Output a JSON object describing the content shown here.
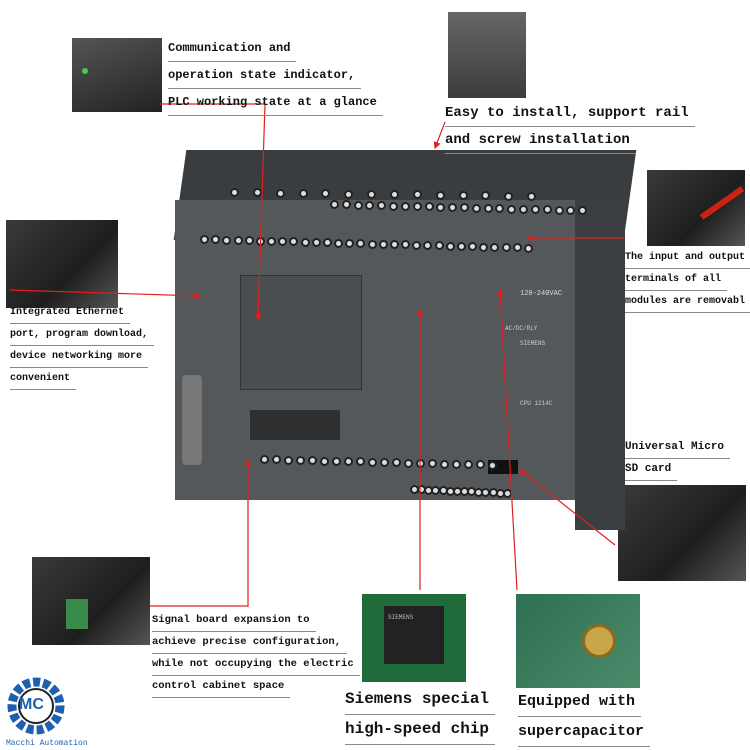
{
  "captions": {
    "indicator": [
      "Communication and",
      "operation state indicator,",
      "PLC working state at a glance"
    ],
    "install": [
      "Easy to install, support rail",
      "and screw installation"
    ],
    "ethernet": [
      "Integrated Ethernet",
      "port, program download,",
      "device networking more",
      "convenient"
    ],
    "terminals": [
      "The input and output",
      "terminals of all",
      "modules are removabl"
    ],
    "sdcard": [
      "Universal Micro",
      "SD card"
    ],
    "signal_board": [
      "Signal board expansion to",
      "achieve precise configuration,",
      "while not occupying the electric",
      "control cabinet space"
    ],
    "chip": [
      "Siemens special",
      "high-speed chip"
    ],
    "supercap": [
      "Equipped with",
      "supercapacitor"
    ]
  },
  "device": {
    "model_label": "CPU 1214C",
    "power_label": "AC/DC/RLY",
    "brand": "SIEMENS",
    "voltage": "120-240VAC"
  },
  "logo": {
    "text": "Macchi Automation",
    "initials": "MC"
  },
  "colors": {
    "arrow": "#e02020",
    "logo_blue": "#1f5fb0",
    "body": "#4a4d50"
  }
}
